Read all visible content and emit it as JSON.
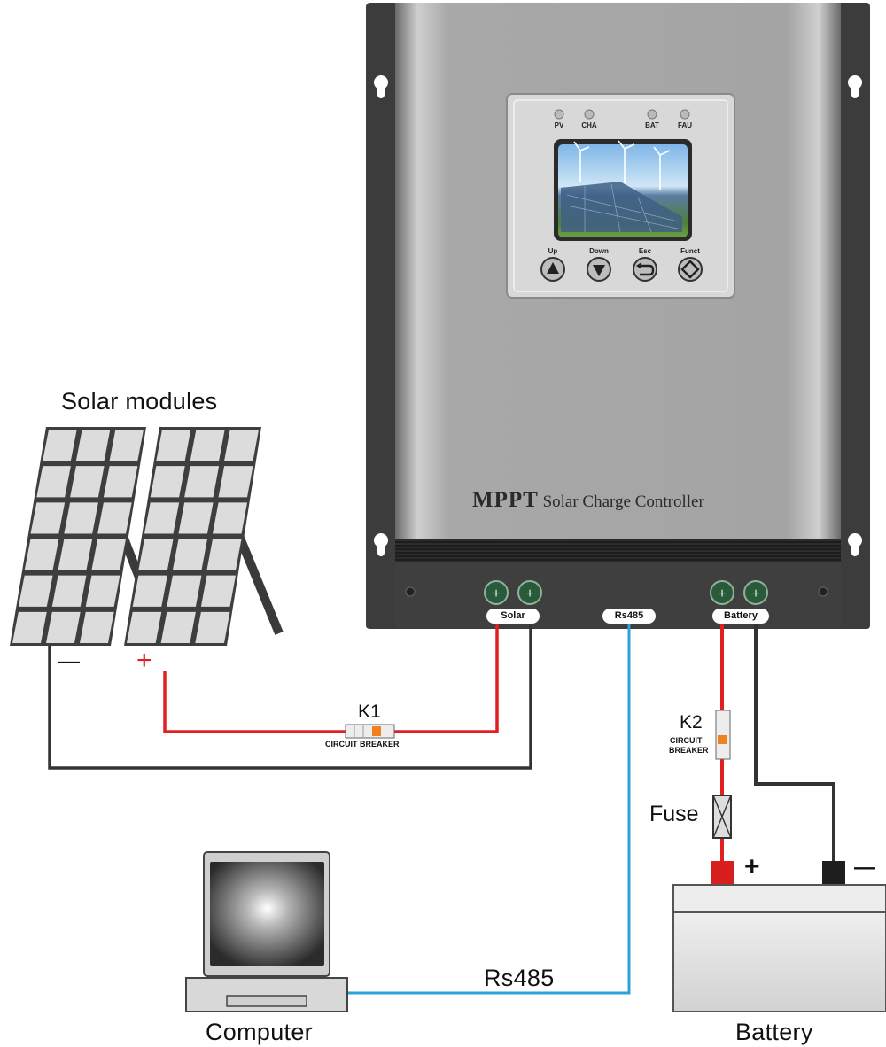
{
  "controller": {
    "brand_bold": "MPPT",
    "brand_rest": " Solar Charge Controller",
    "leds": [
      "PV",
      "CHA",
      "BAT",
      "FAU"
    ],
    "buttons": [
      "Up",
      "Down",
      "Esc",
      "Funct"
    ],
    "terminals": {
      "solar": "Solar",
      "rs485": "Rs485",
      "battery": "Battery"
    }
  },
  "solar": {
    "title": "Solar modules",
    "minus": "—",
    "plus": "+"
  },
  "k1": {
    "label": "K1",
    "sub": "CIRCUIT BREAKER"
  },
  "k2": {
    "label": "K2",
    "sub1": "CIRCUIT",
    "sub2": "BREAKER"
  },
  "fuse": {
    "label": "Fuse"
  },
  "battery": {
    "label": "Battery",
    "plus": "+",
    "minus": "—"
  },
  "computer": {
    "label": "Computer"
  },
  "link": {
    "label": "Rs485"
  },
  "colors": {
    "positive_wire": "#e02020",
    "negative_wire": "#333333",
    "comm_wire": "#29a3d8",
    "casing": "#9a9a9a",
    "bracket": "#3a3a3a"
  }
}
